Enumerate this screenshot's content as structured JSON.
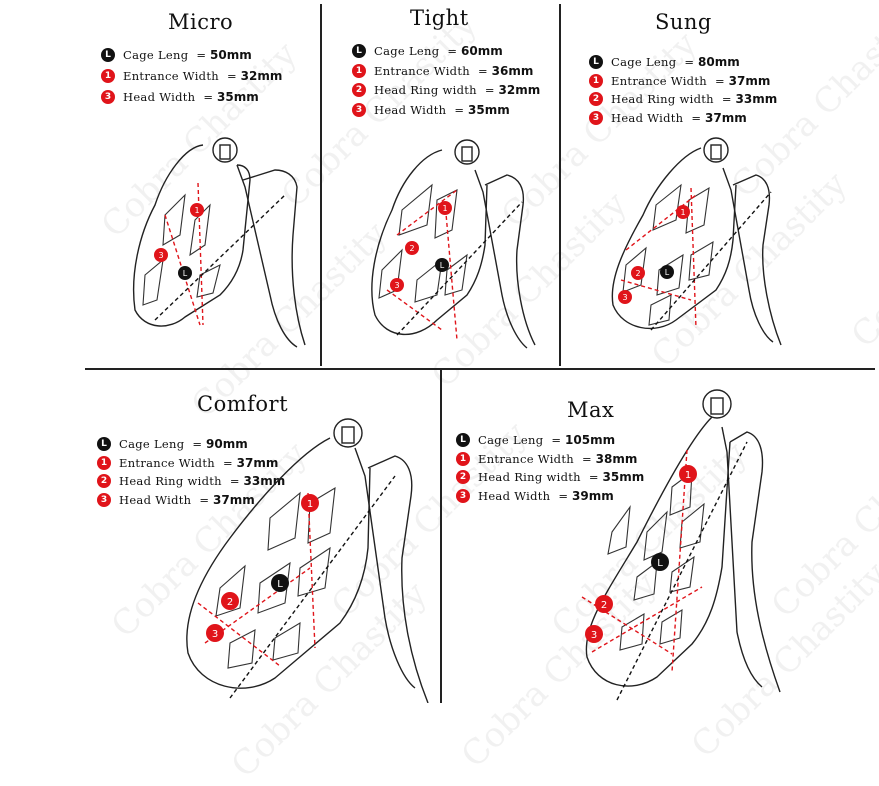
{
  "watermark": "Cobra Chastity",
  "panels": [
    {
      "title": "Micro",
      "specs": [
        {
          "badge": "L",
          "label": "Cage Leng",
          "eq": "=",
          "value": "50mm"
        },
        {
          "badge": "1",
          "label": "Entrance Width",
          "eq": "=",
          "value": "32mm"
        },
        {
          "badge": "3",
          "label": "Head Width",
          "eq": "=",
          "value": "35mm"
        }
      ]
    },
    {
      "title": "Tight",
      "specs": [
        {
          "badge": "L",
          "label": "Cage Leng",
          "eq": "=",
          "value": "60mm"
        },
        {
          "badge": "1",
          "label": "Entrance Width",
          "eq": "=",
          "value": "36mm"
        },
        {
          "badge": "2",
          "label": "Head Ring width",
          "eq": "=",
          "value": "32mm"
        },
        {
          "badge": "3",
          "label": "Head Width",
          "eq": "=",
          "value": "35mm"
        }
      ]
    },
    {
      "title": "Sung",
      "specs": [
        {
          "badge": "L",
          "label": "Cage Leng",
          "eq": "=",
          "value": "80mm"
        },
        {
          "badge": "1",
          "label": "Entrance Width",
          "eq": "=",
          "value": "37mm"
        },
        {
          "badge": "2",
          "label": "Head Ring width",
          "eq": "=",
          "value": "33mm"
        },
        {
          "badge": "3",
          "label": "Head Width",
          "eq": "=",
          "value": "37mm"
        }
      ]
    },
    {
      "title": "Comfort",
      "specs": [
        {
          "badge": "L",
          "label": "Cage Leng",
          "eq": "=",
          "value": "90mm"
        },
        {
          "badge": "1",
          "label": "Entrance Width",
          "eq": "=",
          "value": "37mm"
        },
        {
          "badge": "2",
          "label": "Head Ring width",
          "eq": "=",
          "value": "33mm"
        },
        {
          "badge": "3",
          "label": "Head Width",
          "eq": "=",
          "value": "37mm"
        }
      ]
    },
    {
      "title": "Max",
      "specs": [
        {
          "badge": "L",
          "label": "Cage Leng",
          "eq": "=",
          "value": "105mm"
        },
        {
          "badge": "1",
          "label": "Entrance Width",
          "eq": "=",
          "value": "38mm"
        },
        {
          "badge": "2",
          "label": "Head Ring width",
          "eq": "=",
          "value": "35mm"
        },
        {
          "badge": "3",
          "label": "Head Width",
          "eq": "=",
          "value": "39mm"
        }
      ]
    }
  ],
  "colors": {
    "badge_red": "#e0141a",
    "badge_black": "#111111",
    "divider": "#222222"
  }
}
